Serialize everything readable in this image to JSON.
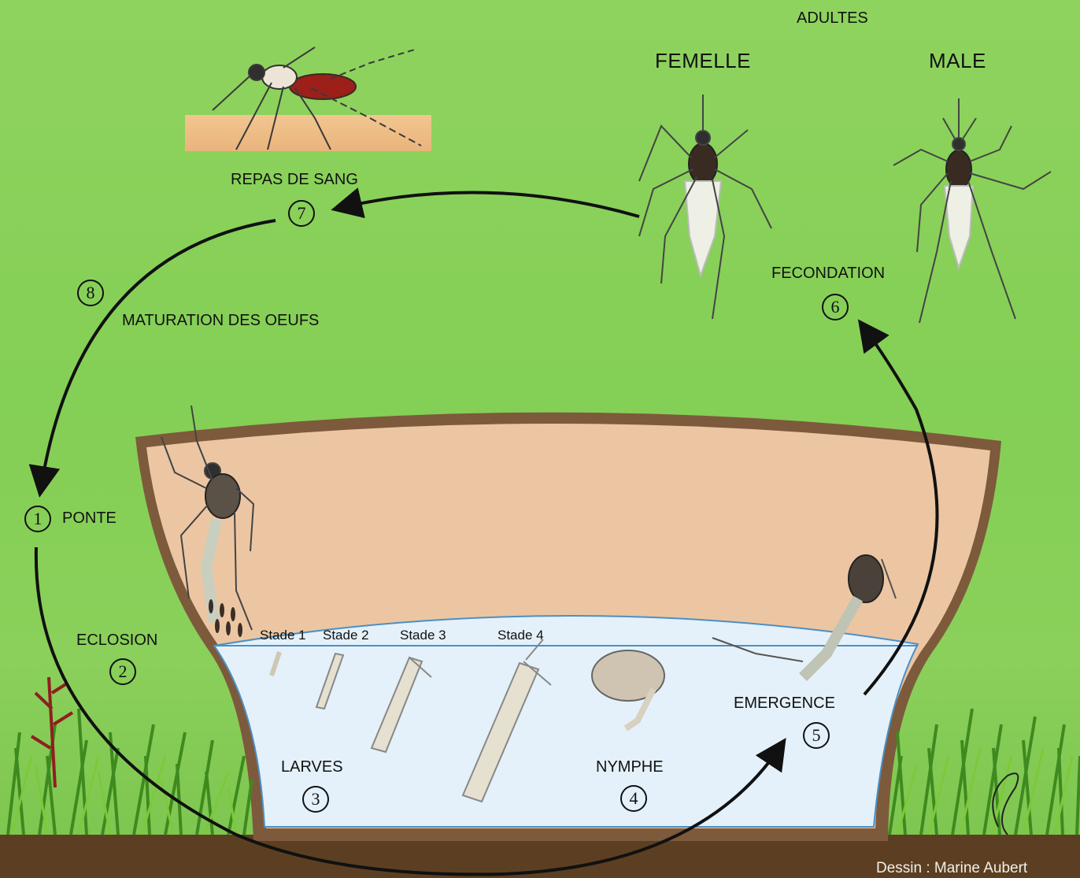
{
  "title": "ADULTES",
  "adults": {
    "female": "FEMELLE",
    "male": "MALE"
  },
  "steps": [
    {
      "num": "1",
      "label": "PONTE"
    },
    {
      "num": "2",
      "label": "ECLOSION"
    },
    {
      "num": "3",
      "label": "LARVES"
    },
    {
      "num": "4",
      "label": "NYMPHE"
    },
    {
      "num": "5",
      "label": "EMERGENCE"
    },
    {
      "num": "6",
      "label": "FECONDATION"
    },
    {
      "num": "7",
      "label": "REPAS DE SANG"
    },
    {
      "num": "8",
      "label": "MATURATION DES OEUFS"
    }
  ],
  "larval_stages": [
    "Stade 1",
    "Stade 2",
    "Stade 3",
    "Stade 4"
  ],
  "credit": "Dessin : Marine Aubert",
  "colors": {
    "background": "#86d058",
    "pot": "#8a6848",
    "pot_inner": "#ecc5a0",
    "water": "#e6f2fb",
    "soil": "#5a3e22",
    "skin": "#efbe8a",
    "arrow": "#111111"
  }
}
